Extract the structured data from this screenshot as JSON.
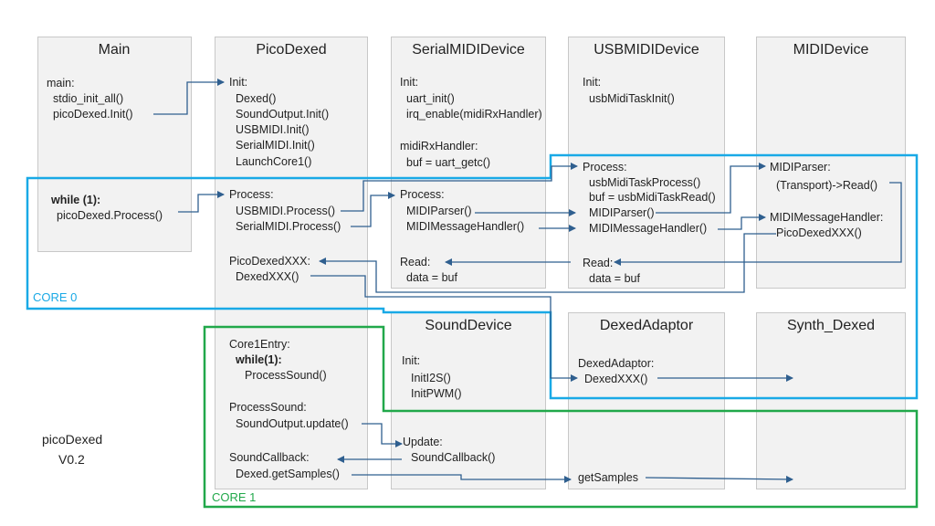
{
  "blocks": {
    "main": {
      "title": "Main",
      "lines": [
        "main:",
        "stdio_init_all()",
        "picoDexed.Init()",
        "while (1):",
        "picoDexed.Process()"
      ]
    },
    "picodexed": {
      "title": "PicoDexed",
      "lines": [
        "Init:",
        "Dexed()",
        "SoundOutput.Init()",
        "USBMIDI.Init()",
        "SerialMIDI.Init()",
        "LaunchCore1()",
        "Process:",
        "USBMIDI.Process()",
        "SerialMIDI.Process()",
        "PicoDexedXXX:",
        "DexedXXX()",
        "Core1Entry:",
        "while(1):",
        "ProcessSound()",
        "ProcessSound:",
        "SoundOutput.update()",
        "SoundCallback:",
        "Dexed.getSamples()"
      ]
    },
    "serialmidi": {
      "title": "SerialMIDIDevice",
      "lines": [
        "Init:",
        "uart_init()",
        "irq_enable(midiRxHandler)",
        "midiRxHandler:",
        "buf = uart_getc()",
        "Process:",
        "MIDIParser()",
        "MIDIMessageHandler()",
        "Read:",
        "data = buf"
      ]
    },
    "usbmidi": {
      "title": "USBMIDIDevice",
      "lines": [
        "Init:",
        "usbMidiTaskInit()",
        "Process:",
        "usbMidiTaskProcess()",
        "buf = usbMidiTaskRead()",
        "MIDIParser()",
        "MIDIMessageHandler()",
        "Read:",
        "data = buf"
      ]
    },
    "mididevice": {
      "title": "MIDIDevice",
      "lines": [
        "MIDIParser:",
        "(Transport)->Read()",
        "MIDIMessageHandler:",
        "PicoDexedXXX()"
      ]
    },
    "sounddevice": {
      "title": "SoundDevice",
      "lines": [
        "Init:",
        "InitI2S()",
        "InitPWM()",
        "Update:",
        "SoundCallback()"
      ]
    },
    "dexedadaptor": {
      "title": "DexedAdaptor",
      "lines": [
        "DexedAdaptor:",
        "DexedXXX()"
      ]
    },
    "synthdexed": {
      "title": "Synth_Dexed"
    }
  },
  "free_labels": [
    "getSamples",
    "CORE 0",
    "CORE 1",
    "picoDexed",
    "V0.2"
  ],
  "colors": {
    "core0": "#19a9e6",
    "core1": "#21a84a",
    "arrow": "#2f5f8f",
    "box_fill": "#f2f2f2",
    "box_border": "#c8c8c8"
  }
}
